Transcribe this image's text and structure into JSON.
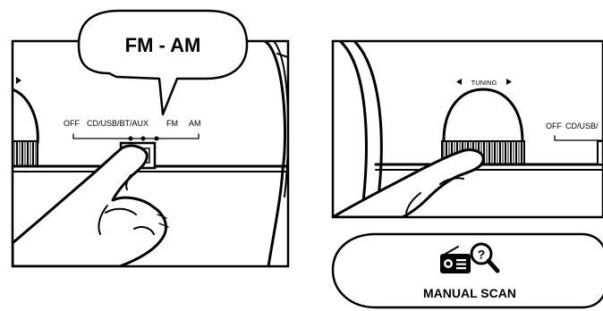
{
  "left_panel": {
    "callout_text": "FM - AM",
    "switch_labels": {
      "off": "OFF",
      "cd_usb_bt_aux": "CD/USB/BT/AUX",
      "fm": "FM",
      "am": "AM"
    }
  },
  "right_panel": {
    "tuning_label": "TUNING",
    "switch_labels": {
      "off": "OFF",
      "cd_usb": "CD/USB/"
    },
    "manual_scan_label": "MANUAL SCAN"
  },
  "icons": [
    "arrow-left-icon",
    "arrow-right-icon",
    "radio-icon",
    "magnifier-question-icon",
    "hand-icon"
  ]
}
